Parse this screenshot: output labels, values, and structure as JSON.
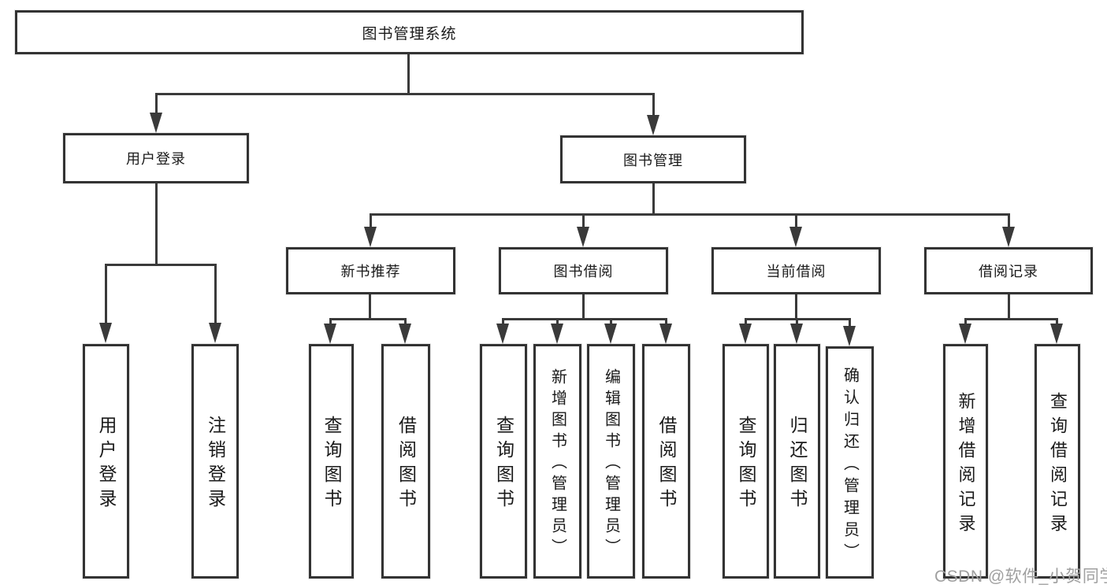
{
  "diagram": {
    "root": {
      "label": "图书管理系统"
    },
    "level2": [
      {
        "label": "用户登录"
      },
      {
        "label": "图书管理"
      }
    ],
    "level3": [
      {
        "label": "新书推荐"
      },
      {
        "label": "图书借阅"
      },
      {
        "label": "当前借阅"
      },
      {
        "label": "借阅记录"
      }
    ],
    "leaves": {
      "user_login": [
        "用户登录",
        "注销登录"
      ],
      "new_books": [
        "查询图书",
        "借阅图书"
      ],
      "book_borrow": [
        "查询图书",
        "新增图书（管理员）",
        "编辑图书（管理员）",
        "借阅图书"
      ],
      "current_borrow": [
        "查询图书",
        "归还图书",
        "确认归还（管理员）"
      ],
      "borrow_records": [
        "新增借阅记录",
        "查询借阅记录"
      ]
    }
  },
  "watermark": {
    "text": "CSDN @软件_小贺同学"
  },
  "colors": {
    "line": "#3a3a3a",
    "box_border": "#333333",
    "text": "#1a1a1a",
    "watermark": "#a0a0a0",
    "background": "#ffffff"
  }
}
